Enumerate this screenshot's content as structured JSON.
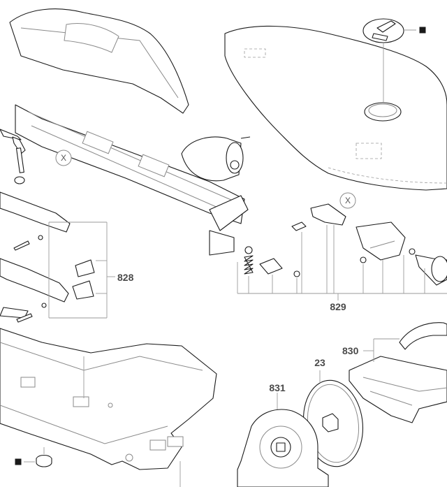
{
  "diagram": {
    "labels": {
      "group_828": "828",
      "group_829": "829",
      "group_830": "830",
      "group_831": "831",
      "part_23": "23"
    },
    "x_markers": [
      "X",
      "X"
    ],
    "marker_symbol": "■"
  }
}
